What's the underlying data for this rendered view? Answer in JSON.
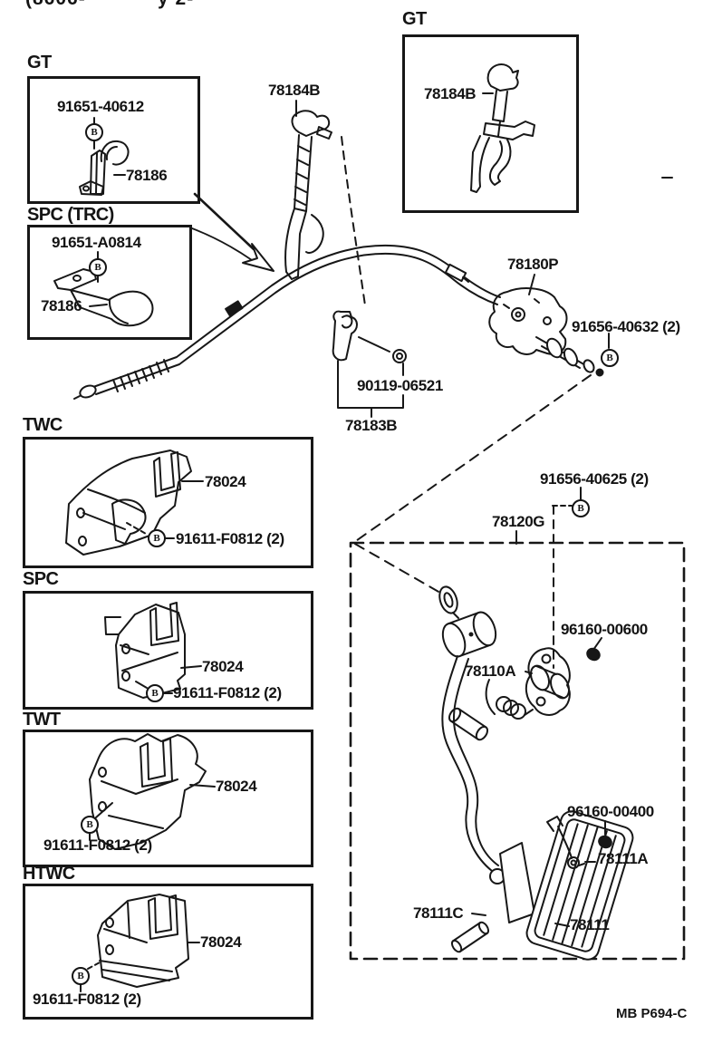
{
  "page": {
    "clipped_header_left": "(8606-",
    "clipped_header_right": "y 2-",
    "page_code": "MB P694-C",
    "bolt_symbol": "B"
  },
  "boxes": {
    "gt_left": {
      "label": "GT",
      "bolt": "91651-40612",
      "part": "78186"
    },
    "gt_right": {
      "label": "GT",
      "part": "78184B"
    },
    "spc_trc": {
      "label": "SPC (TRC)",
      "bolt": "91651-A0814",
      "part": "78186"
    },
    "twc": {
      "label": "TWC",
      "part": "78024",
      "screw": "91611-F0812 (2)"
    },
    "spc": {
      "label": "SPC",
      "part": "78024",
      "screw": "91611-F0812 (2)"
    },
    "twt": {
      "label": "TWT",
      "part": "78024",
      "screw": "91611-F0812 (2)"
    },
    "htwc": {
      "label": "HTWC",
      "part": "78024",
      "screw": "91611-F0812 (2)"
    }
  },
  "callouts": {
    "cable_bracket": "78184B",
    "link": "78180P",
    "link_nut": "91656-40632 (2)",
    "clamp_bolt": "90119-06521",
    "clamp": "78183B",
    "support_nut": "91656-40625 (2)",
    "pedal_link": "78120G",
    "bolt_upper": "96160-00600",
    "spring": "78110A",
    "bolt_lower": "96160-00400",
    "clip": "78111A",
    "pin": "78111C",
    "pedal": "78111"
  }
}
